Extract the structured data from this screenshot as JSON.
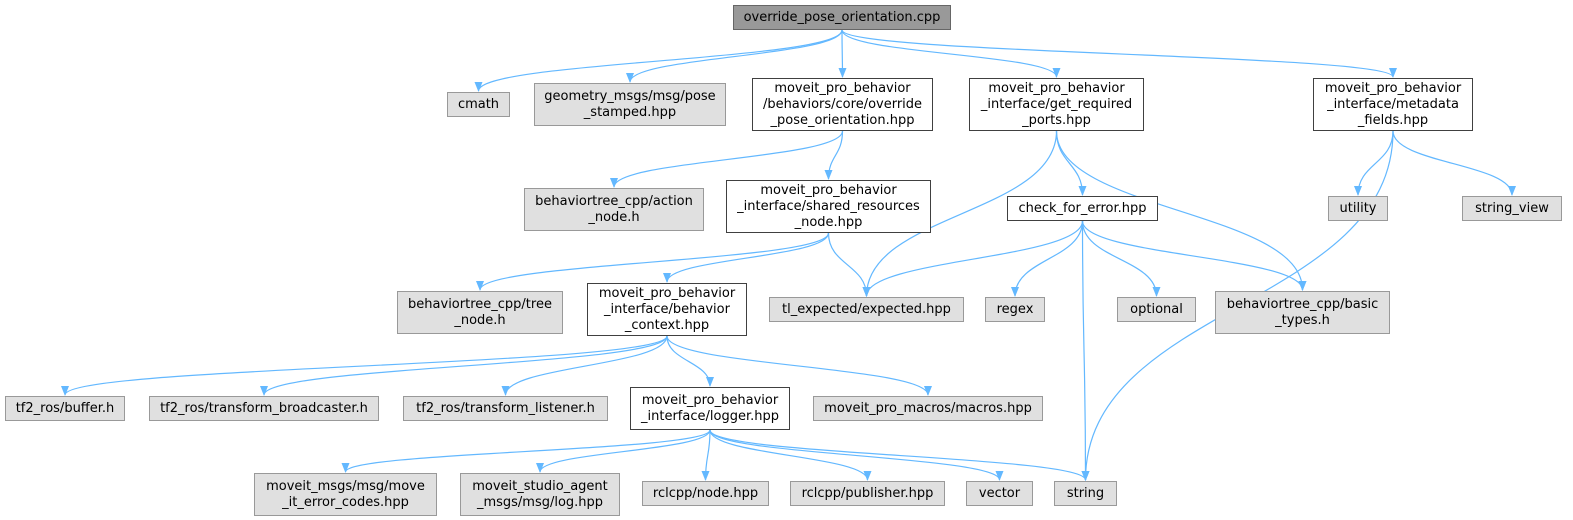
{
  "diagram": {
    "title": "override_pose_orientation.cpp",
    "edge_color": "#63b8ff",
    "nodes": [
      {
        "id": "root",
        "label": "override_pose_orientation.cpp",
        "kind": "root"
      },
      {
        "id": "cmath",
        "label": "cmath",
        "kind": "system"
      },
      {
        "id": "geometry",
        "label": "geometry_msgs/msg/pose\n_stamped.hpp",
        "kind": "system"
      },
      {
        "id": "override_hpp",
        "label": "moveit_pro_behavior\n/behaviors/core/override\n_pose_orientation.hpp",
        "kind": "local"
      },
      {
        "id": "get_required",
        "label": "moveit_pro_behavior\n_interface/get_required\n_ports.hpp",
        "kind": "local"
      },
      {
        "id": "metadata",
        "label": "moveit_pro_behavior\n_interface/metadata\n_fields.hpp",
        "kind": "local"
      },
      {
        "id": "action_node",
        "label": "behaviortree_cpp/action\n_node.h",
        "kind": "system"
      },
      {
        "id": "shared_res",
        "label": "moveit_pro_behavior\n_interface/shared_resources\n_node.hpp",
        "kind": "local"
      },
      {
        "id": "check_error",
        "label": "check_for_error.hpp",
        "kind": "local"
      },
      {
        "id": "utility",
        "label": "utility",
        "kind": "system"
      },
      {
        "id": "string_view",
        "label": "string_view",
        "kind": "system"
      },
      {
        "id": "tree_node",
        "label": "behaviortree_cpp/tree\n_node.h",
        "kind": "system"
      },
      {
        "id": "behavior_ctx",
        "label": "moveit_pro_behavior\n_interface/behavior\n_context.hpp",
        "kind": "local"
      },
      {
        "id": "tl_expected",
        "label": "tl_expected/expected.hpp",
        "kind": "system"
      },
      {
        "id": "regex",
        "label": "regex",
        "kind": "system"
      },
      {
        "id": "optional",
        "label": "optional",
        "kind": "system"
      },
      {
        "id": "basic_types",
        "label": "behaviortree_cpp/basic\n_types.h",
        "kind": "system"
      },
      {
        "id": "tf2_buffer",
        "label": "tf2_ros/buffer.h",
        "kind": "system"
      },
      {
        "id": "tf2_broadcaster",
        "label": "tf2_ros/transform_broadcaster.h",
        "kind": "system"
      },
      {
        "id": "tf2_listener",
        "label": "tf2_ros/transform_listener.h",
        "kind": "system"
      },
      {
        "id": "logger",
        "label": "moveit_pro_behavior\n_interface/logger.hpp",
        "kind": "local"
      },
      {
        "id": "macros",
        "label": "moveit_pro_macros/macros.hpp",
        "kind": "system"
      },
      {
        "id": "error_codes",
        "label": "moveit_msgs/msg/move\n_it_error_codes.hpp",
        "kind": "system"
      },
      {
        "id": "agent_log",
        "label": "moveit_studio_agent\n_msgs/msg/log.hpp",
        "kind": "system"
      },
      {
        "id": "rclcpp_node",
        "label": "rclcpp/node.hpp",
        "kind": "system"
      },
      {
        "id": "rclcpp_pub",
        "label": "rclcpp/publisher.hpp",
        "kind": "system"
      },
      {
        "id": "vector",
        "label": "vector",
        "kind": "system"
      },
      {
        "id": "string",
        "label": "string",
        "kind": "system"
      }
    ],
    "edges": [
      [
        "root",
        "cmath"
      ],
      [
        "root",
        "geometry"
      ],
      [
        "root",
        "override_hpp"
      ],
      [
        "root",
        "get_required"
      ],
      [
        "root",
        "metadata"
      ],
      [
        "override_hpp",
        "action_node"
      ],
      [
        "override_hpp",
        "shared_res"
      ],
      [
        "shared_res",
        "tree_node"
      ],
      [
        "shared_res",
        "behavior_ctx"
      ],
      [
        "shared_res",
        "tl_expected"
      ],
      [
        "get_required",
        "tl_expected"
      ],
      [
        "get_required",
        "check_error"
      ],
      [
        "get_required",
        "basic_types"
      ],
      [
        "check_error",
        "tl_expected"
      ],
      [
        "check_error",
        "regex"
      ],
      [
        "check_error",
        "optional"
      ],
      [
        "check_error",
        "basic_types"
      ],
      [
        "check_error",
        "string"
      ],
      [
        "metadata",
        "utility"
      ],
      [
        "metadata",
        "string_view"
      ],
      [
        "metadata",
        "string"
      ],
      [
        "behavior_ctx",
        "tf2_buffer"
      ],
      [
        "behavior_ctx",
        "tf2_broadcaster"
      ],
      [
        "behavior_ctx",
        "tf2_listener"
      ],
      [
        "behavior_ctx",
        "logger"
      ],
      [
        "behavior_ctx",
        "macros"
      ],
      [
        "logger",
        "error_codes"
      ],
      [
        "logger",
        "agent_log"
      ],
      [
        "logger",
        "rclcpp_node"
      ],
      [
        "logger",
        "rclcpp_pub"
      ],
      [
        "logger",
        "vector"
      ],
      [
        "logger",
        "string"
      ]
    ]
  }
}
